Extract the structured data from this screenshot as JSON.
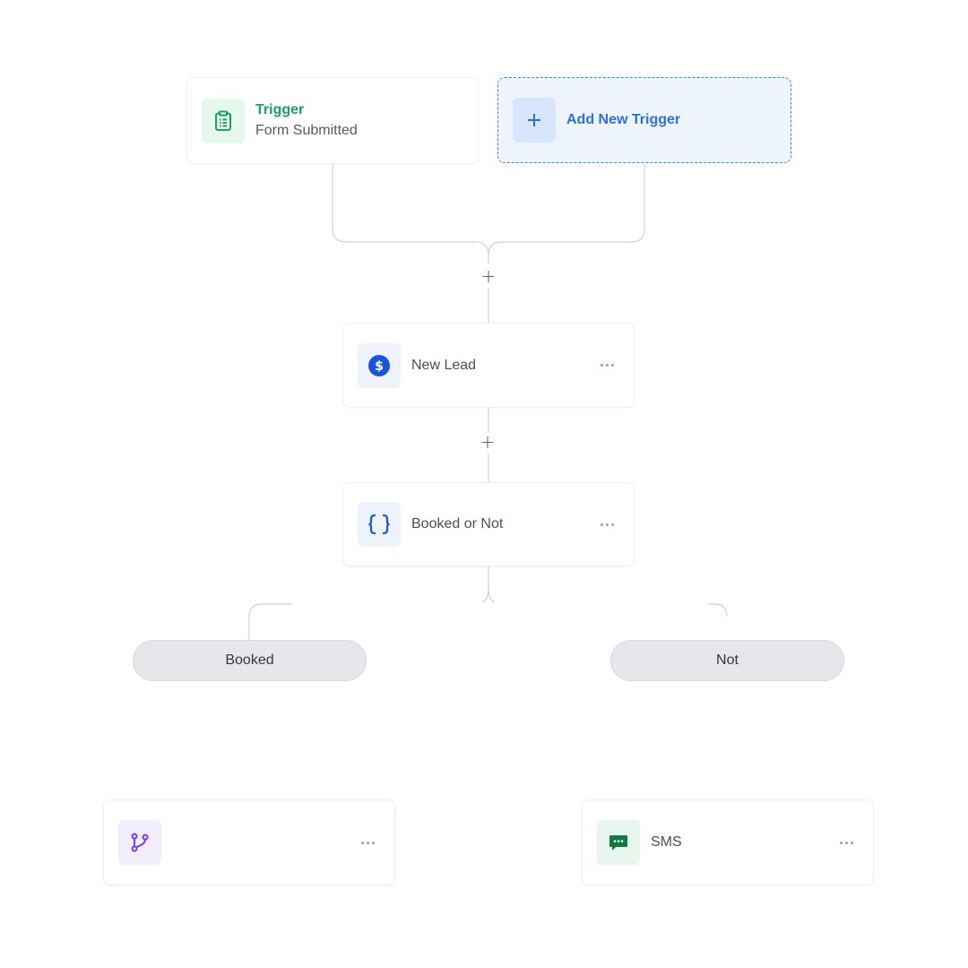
{
  "trigger": {
    "title": "Trigger",
    "subtitle": "Form Submitted",
    "icon": "clipboard-icon",
    "color": "#1e9e64"
  },
  "add_trigger": {
    "label": "Add New Trigger",
    "icon": "plus-icon",
    "color": "#2f6fe0"
  },
  "insert_step_label": "+",
  "steps": [
    {
      "label": "New Lead",
      "icon": "dollar-circle-icon",
      "menu": "more-options"
    },
    {
      "label": "Booked or Not",
      "icon": "curly-braces-icon",
      "menu": "more-options"
    }
  ],
  "branches": [
    {
      "label": "Booked"
    },
    {
      "label": "Not"
    }
  ],
  "branch_steps": [
    {
      "label": "",
      "icon": "git-branch-icon",
      "color": "#7c3aed"
    },
    {
      "label": "SMS",
      "icon": "chat-message-icon",
      "color": "#0f7a43"
    }
  ]
}
